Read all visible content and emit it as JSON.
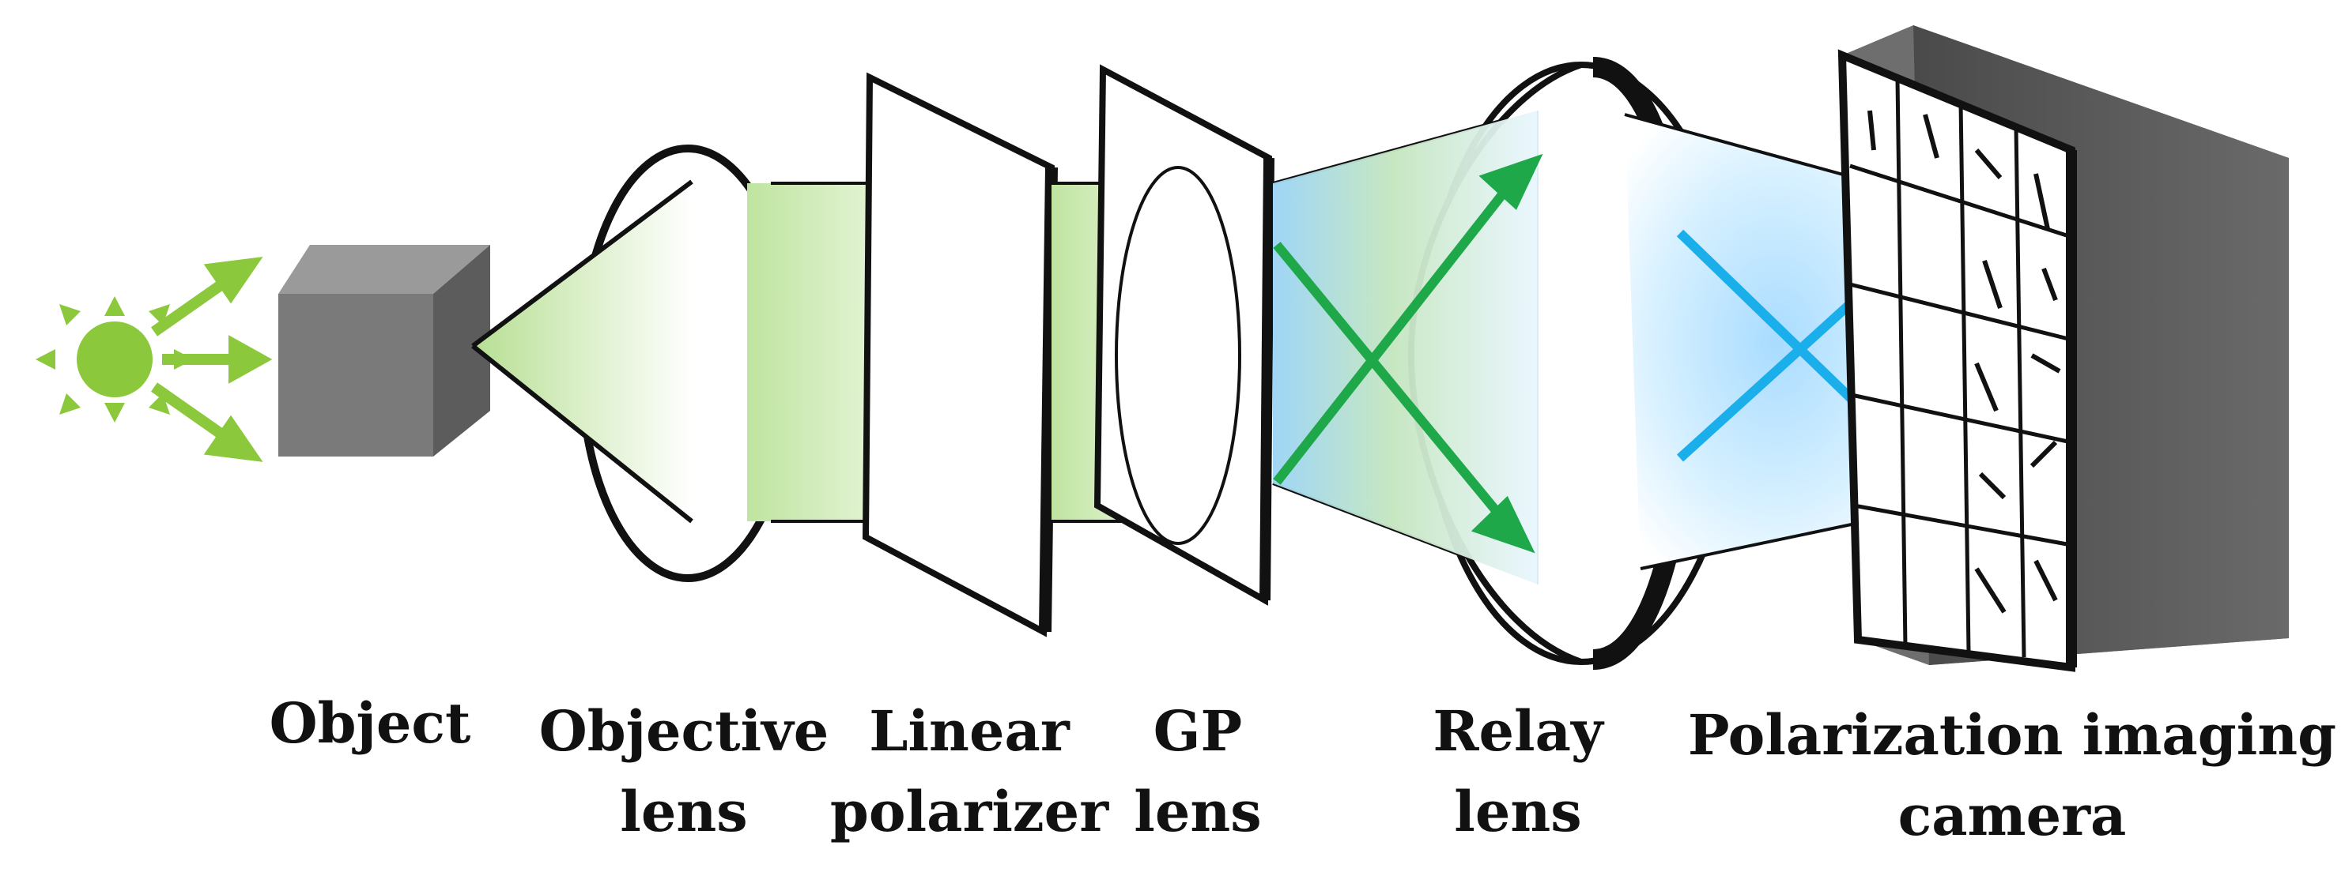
{
  "labels": {
    "object": [
      "Object"
    ],
    "objective_lens": [
      "Objective",
      "lens"
    ],
    "linear_polarizer": [
      "Linear",
      "polarizer"
    ],
    "gp_lens": [
      "GP",
      "lens"
    ],
    "relay_lens": [
      "Relay",
      "lens"
    ],
    "camera": [
      "Polarization imaging",
      "camera"
    ]
  },
  "colors": {
    "light_green": "#d5efc0",
    "light_blue": "#bfe2f8",
    "green_arrow": "#1ea84a",
    "blue_arrow": "#1aaeea",
    "source_green": "#8cc83c",
    "cube_gray": "#7a7a7a",
    "outline": "#111111"
  },
  "icons": {
    "light_source": "sun-icon",
    "object": "cube-icon",
    "camera": "camera-block-icon"
  }
}
